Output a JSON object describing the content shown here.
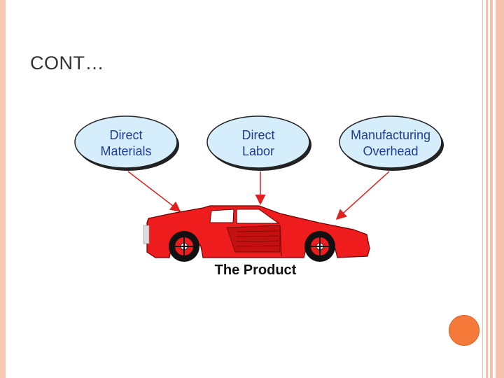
{
  "slide": {
    "title": "CONT…"
  },
  "diagram": {
    "nodes": [
      {
        "id": "direct-materials",
        "line1": "Direct",
        "line2": "Materials"
      },
      {
        "id": "direct-labor",
        "line1": "Direct",
        "line2": "Labor"
      },
      {
        "id": "manufacturing-overhead",
        "line1": "Manufacturing",
        "line2": "Overhead"
      }
    ],
    "target_label": "The Product",
    "colors": {
      "bubble_fill": "#d6eefb",
      "bubble_stroke": "#222222",
      "text": "#1f3d99",
      "arrow": "#e02020",
      "car_body": "#ee1c1c",
      "accent": "#f57a3a",
      "border": "#f6c2ab"
    },
    "image_icon": "red-sports-car"
  }
}
